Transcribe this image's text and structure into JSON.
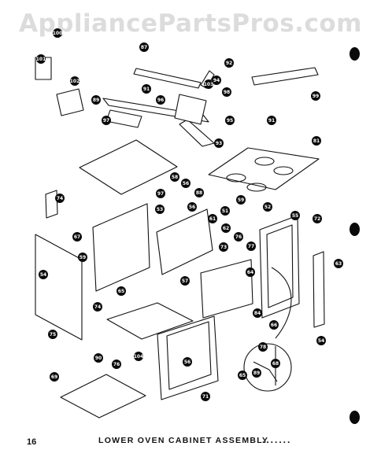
{
  "watermark": "AppliancePartsPros.com",
  "page_number": "16",
  "caption": "LOWER OVEN CABINET ASSEMBLY",
  "caption_trailing_dots": ".......",
  "callouts": [
    "100",
    "101",
    "102",
    "87",
    "91",
    "92",
    "94",
    "98",
    "99",
    "96",
    "89",
    "95",
    "103",
    "97",
    "91",
    "93",
    "81",
    "58",
    "53",
    "56",
    "97",
    "88",
    "56",
    "59",
    "51",
    "52",
    "61",
    "62",
    "73",
    "77",
    "76",
    "72",
    "55",
    "57",
    "64",
    "65",
    "74",
    "59",
    "74",
    "75",
    "84",
    "54",
    "104",
    "90",
    "76",
    "69",
    "71",
    "56",
    "66",
    "78",
    "65",
    "68",
    "89",
    "67",
    "54",
    "63"
  ],
  "colors": {
    "ink": "#0a0a0a",
    "watermark": "#dcdcdc",
    "paper": "#ffffff"
  }
}
